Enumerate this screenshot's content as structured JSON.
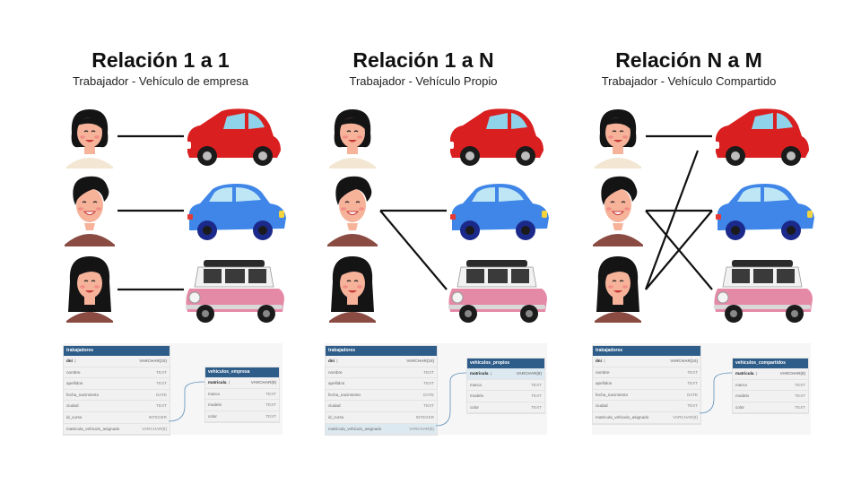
{
  "panels": [
    {
      "title": "Relación 1 a 1",
      "subtitle": "Trabajador - Vehículo de empresa",
      "left_table": {
        "name": "trabajadores",
        "rows": [
          {
            "field": "dni",
            "type": "VARCHAR(10)",
            "pk": true
          },
          {
            "field": "nombre",
            "type": "TEXT"
          },
          {
            "field": "apellidos",
            "type": "TEXT"
          },
          {
            "field": "fecha_nacimiento",
            "type": "DATE"
          },
          {
            "field": "ciudad",
            "type": "TEXT"
          },
          {
            "field": "id_curso",
            "type": "INTEGER"
          },
          {
            "field": "matricula_vehiculo_asignado",
            "type": "VARCHAR(8)"
          }
        ]
      },
      "right_table": {
        "name": "vehiculos_empresa",
        "rows": [
          {
            "field": "matricula",
            "type": "VARCHAR(8)",
            "pk": true
          },
          {
            "field": "marca",
            "type": "TEXT"
          },
          {
            "field": "modelo",
            "type": "TEXT"
          },
          {
            "field": "color",
            "type": "TEXT"
          }
        ]
      }
    },
    {
      "title": "Relación 1 a N",
      "subtitle": "Trabajador - Vehículo Propio",
      "left_table": {
        "name": "trabajadores",
        "rows": [
          {
            "field": "dni",
            "type": "VARCHAR(10)",
            "pk": true
          },
          {
            "field": "nombre",
            "type": "TEXT"
          },
          {
            "field": "apellidos",
            "type": "TEXT"
          },
          {
            "field": "fecha_nacimiento",
            "type": "DATE"
          },
          {
            "field": "ciudad",
            "type": "TEXT"
          },
          {
            "field": "id_curso",
            "type": "INTEGER"
          },
          {
            "field": "matricula_vehiculo_asignado",
            "type": "VARCHAR(8)",
            "hl": true
          }
        ]
      },
      "right_table": {
        "name": "vehiculos_propios",
        "rows": [
          {
            "field": "matricula",
            "type": "VARCHAR(8)",
            "pk": true,
            "hl": true
          },
          {
            "field": "marca",
            "type": "TEXT"
          },
          {
            "field": "modelo",
            "type": "TEXT"
          },
          {
            "field": "color",
            "type": "TEXT"
          }
        ]
      }
    },
    {
      "title": "Relación N a M",
      "subtitle": "Trabajador - Vehículo Compartido",
      "left_table": {
        "name": "trabajadores",
        "rows": [
          {
            "field": "dni",
            "type": "VARCHAR(10)",
            "pk": true
          },
          {
            "field": "nombre",
            "type": "TEXT"
          },
          {
            "field": "apellidos",
            "type": "TEXT"
          },
          {
            "field": "fecha_nacimiento",
            "type": "DATE"
          },
          {
            "field": "ciudad",
            "type": "TEXT"
          },
          {
            "field": "matricula_vehiculo_asignado",
            "type": "VARCHAR(8)"
          }
        ]
      },
      "right_table": {
        "name": "vehiculos_compartidos",
        "rows": [
          {
            "field": "matricula",
            "type": "VARCHAR(8)",
            "pk": true
          },
          {
            "field": "marca",
            "type": "TEXT"
          },
          {
            "field": "modelo",
            "type": "TEXT"
          },
          {
            "field": "color",
            "type": "TEXT"
          }
        ]
      }
    }
  ],
  "colors": {
    "car_red": "#d91f1f",
    "car_blue": "#3f86e8",
    "car_pink": "#e58aa6",
    "skin": "#f6b39a",
    "hair": "#141414",
    "shirt_beige": "#f3e6d3",
    "shirt_brown": "#8a4b43",
    "table_header": "#2f5d8a",
    "link_line": "#5a8db8"
  }
}
